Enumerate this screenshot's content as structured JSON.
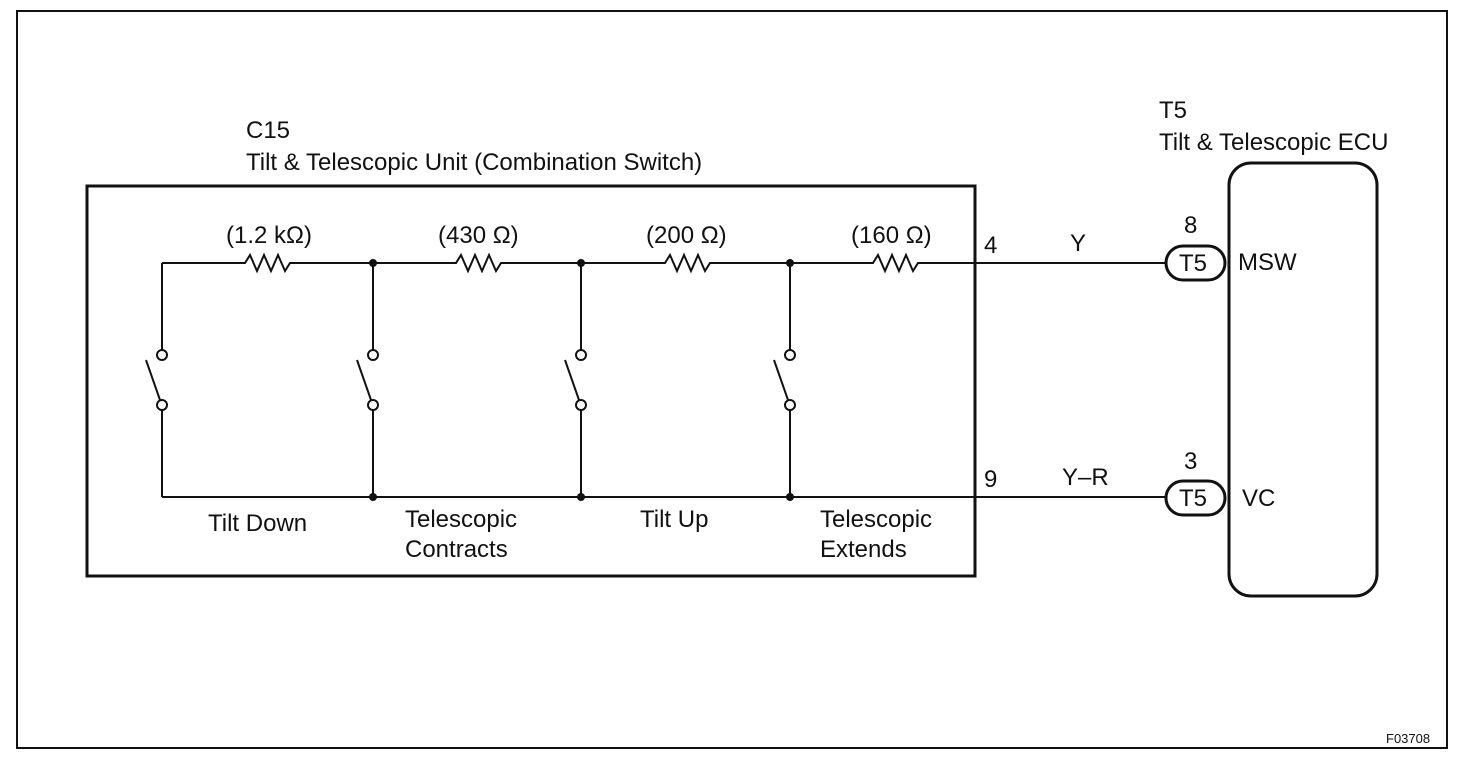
{
  "unit": {
    "code": "C15",
    "name": "Tilt & Telescopic Unit (Combination Switch)",
    "resistors": [
      "(1.2 kΩ)",
      "(430 Ω)",
      "(200 Ω)",
      "(160 Ω)"
    ],
    "switches": [
      {
        "line1": "Tilt Down",
        "line2": ""
      },
      {
        "line1": "Telescopic",
        "line2": "Contracts"
      },
      {
        "line1": "Tilt Up",
        "line2": ""
      },
      {
        "line1": "Telescopic",
        "line2": "Extends"
      }
    ],
    "pins": {
      "top": "4",
      "bottom": "9"
    }
  },
  "wires": {
    "top": "Y",
    "bottom": "Y–R"
  },
  "ecu": {
    "code": "T5",
    "name": "Tilt & Telescopic ECU",
    "connectors": [
      {
        "pin": "8",
        "label": "T5",
        "terminal": "MSW"
      },
      {
        "pin": "3",
        "label": "T5",
        "terminal": "VC"
      }
    ]
  },
  "figure_id": "F03708"
}
